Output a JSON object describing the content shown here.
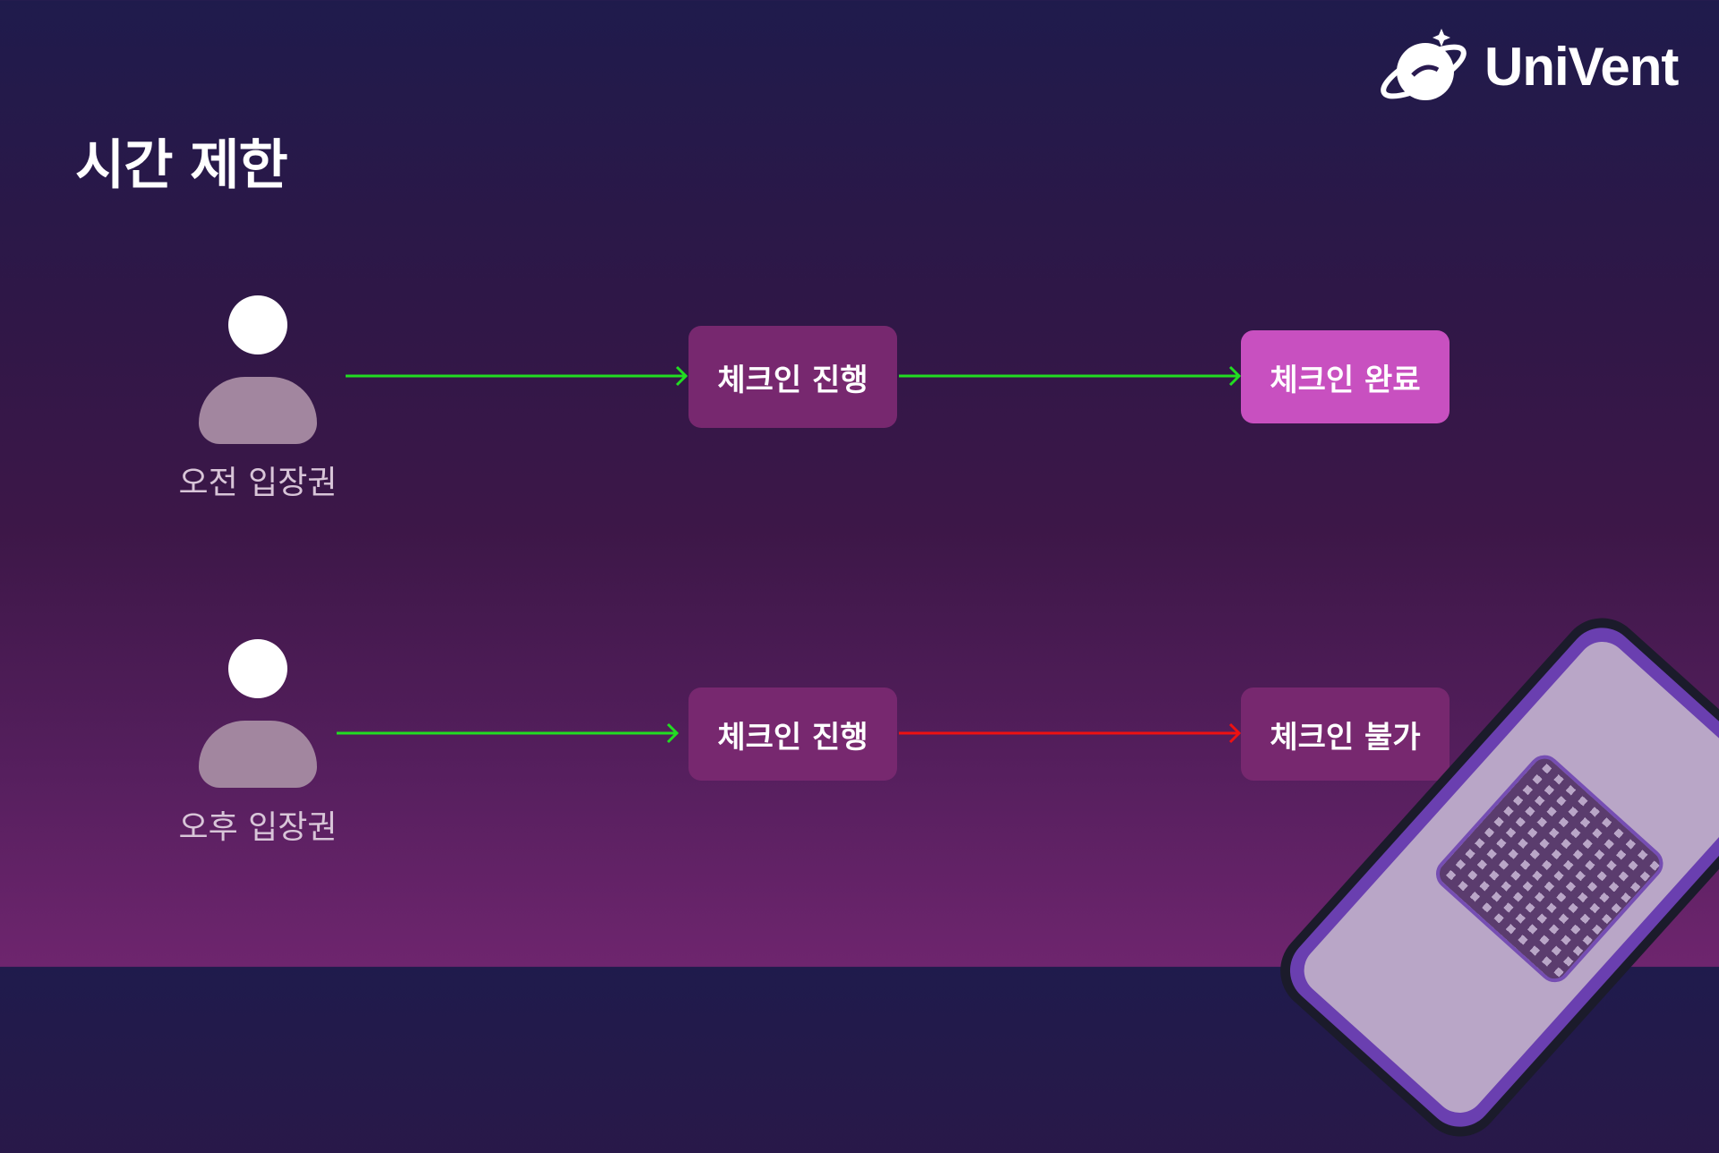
{
  "title": "시간 제한",
  "logo": {
    "text": "UniVent"
  },
  "rows": [
    {
      "ticket": "오전 입장권",
      "step1": "체크인 진행",
      "step2": "체크인 완료",
      "result": "allowed"
    },
    {
      "ticket": "오후 입장권",
      "step1": "체크인 진행",
      "step2": "체크인 불가",
      "result": "denied"
    }
  ],
  "colors": {
    "allowed_arrow": "#22dd22",
    "denied_arrow": "#ee1111",
    "box": "#77286f",
    "box_done": "#c850c0"
  }
}
